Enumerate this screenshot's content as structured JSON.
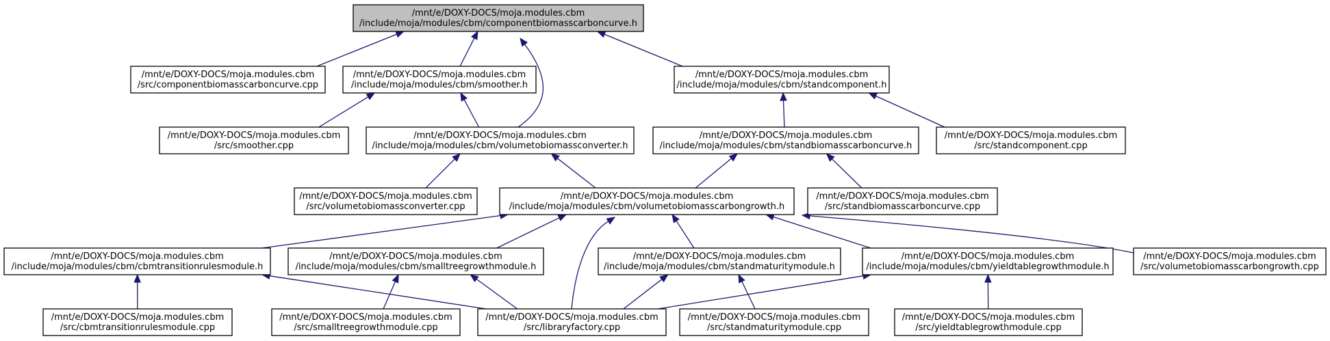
{
  "diagram": {
    "type": "include-dependency-graph",
    "colors": {
      "edge": "#191970",
      "root_fill": "#bfbfbf",
      "node_fill": "#ffffff",
      "border": "#000000"
    },
    "nodes": [
      {
        "id": "root",
        "root": true,
        "lines": [
          "/mnt/e/DOXY-DOCS/moja.modules.cbm",
          "/include/moja/modules/cbm/componentbiomasscarboncurve.h"
        ]
      },
      {
        "id": "cbcc_cpp",
        "lines": [
          "/mnt/e/DOXY-DOCS/moja.modules.cbm",
          "/src/componentbiomasscarboncurve.cpp"
        ]
      },
      {
        "id": "smoother_h",
        "lines": [
          "/mnt/e/DOXY-DOCS/moja.modules.cbm",
          "/include/moja/modules/cbm/smoother.h"
        ]
      },
      {
        "id": "standcomp_h",
        "lines": [
          "/mnt/e/DOXY-DOCS/moja.modules.cbm",
          "/include/moja/modules/cbm/standcomponent.h"
        ]
      },
      {
        "id": "smoother_cpp",
        "lines": [
          "/mnt/e/DOXY-DOCS/moja.modules.cbm",
          "/src/smoother.cpp"
        ]
      },
      {
        "id": "vtbconv_h",
        "lines": [
          "/mnt/e/DOXY-DOCS/moja.modules.cbm",
          "/include/moja/modules/cbm/volumetobiomassconverter.h"
        ]
      },
      {
        "id": "sbcc_h",
        "lines": [
          "/mnt/e/DOXY-DOCS/moja.modules.cbm",
          "/include/moja/modules/cbm/standbiomasscarboncurve.h"
        ]
      },
      {
        "id": "standcomp_cpp",
        "lines": [
          "/mnt/e/DOXY-DOCS/moja.modules.cbm",
          "/src/standcomponent.cpp"
        ]
      },
      {
        "id": "vtbconv_cpp",
        "lines": [
          "/mnt/e/DOXY-DOCS/moja.modules.cbm",
          "/src/volumetobiomassconverter.cpp"
        ]
      },
      {
        "id": "vtbcg_h",
        "lines": [
          "/mnt/e/DOXY-DOCS/moja.modules.cbm",
          "/include/moja/modules/cbm/volumetobiomasscarbongrowth.h"
        ]
      },
      {
        "id": "sbcc_cpp",
        "lines": [
          "/mnt/e/DOXY-DOCS/moja.modules.cbm",
          "/src/standbiomasscarboncurve.cpp"
        ]
      },
      {
        "id": "cbmtr_h",
        "lines": [
          "/mnt/e/DOXY-DOCS/moja.modules.cbm",
          "/include/moja/modules/cbm/cbmtransitionrulesmodule.h"
        ]
      },
      {
        "id": "stg_h",
        "lines": [
          "/mnt/e/DOXY-DOCS/moja.modules.cbm",
          "/include/moja/modules/cbm/smalltreegrowthmodule.h"
        ]
      },
      {
        "id": "smm_h",
        "lines": [
          "/mnt/e/DOXY-DOCS/moja.modules.cbm",
          "/include/moja/modules/cbm/standmaturitymodule.h"
        ]
      },
      {
        "id": "ytg_h",
        "lines": [
          "/mnt/e/DOXY-DOCS/moja.modules.cbm",
          "/include/moja/modules/cbm/yieldtablegrowthmodule.h"
        ]
      },
      {
        "id": "vtbcg_cpp",
        "lines": [
          "/mnt/e/DOXY-DOCS/moja.modules.cbm",
          "/src/volumetobiomasscarbongrowth.cpp"
        ]
      },
      {
        "id": "cbmtr_cpp",
        "lines": [
          "/mnt/e/DOXY-DOCS/moja.modules.cbm",
          "/src/cbmtransitionrulesmodule.cpp"
        ]
      },
      {
        "id": "stg_cpp",
        "lines": [
          "/mnt/e/DOXY-DOCS/moja.modules.cbm",
          "/src/smalltreegrowthmodule.cpp"
        ]
      },
      {
        "id": "libfactory_cpp",
        "lines": [
          "/mnt/e/DOXY-DOCS/moja.modules.cbm",
          "/src/libraryfactory.cpp"
        ]
      },
      {
        "id": "smm_cpp",
        "lines": [
          "/mnt/e/DOXY-DOCS/moja.modules.cbm",
          "/src/standmaturitymodule.cpp"
        ]
      },
      {
        "id": "ytg_cpp",
        "lines": [
          "/mnt/e/DOXY-DOCS/moja.modules.cbm",
          "/src/yieldtablegrowthmodule.cpp"
        ]
      }
    ],
    "edges": [
      {
        "from": "cbcc_cpp",
        "to": "root"
      },
      {
        "from": "smoother_h",
        "to": "root"
      },
      {
        "from": "vtbconv_h",
        "to": "root"
      },
      {
        "from": "standcomp_h",
        "to": "root"
      },
      {
        "from": "smoother_cpp",
        "to": "smoother_h"
      },
      {
        "from": "vtbconv_h",
        "to": "smoother_h"
      },
      {
        "from": "sbcc_h",
        "to": "standcomp_h"
      },
      {
        "from": "standcomp_cpp",
        "to": "standcomp_h"
      },
      {
        "from": "vtbconv_cpp",
        "to": "vtbconv_h"
      },
      {
        "from": "vtbcg_h",
        "to": "vtbconv_h"
      },
      {
        "from": "vtbcg_h",
        "to": "sbcc_h"
      },
      {
        "from": "sbcc_cpp",
        "to": "sbcc_h"
      },
      {
        "from": "cbmtr_h",
        "to": "vtbcg_h"
      },
      {
        "from": "stg_h",
        "to": "vtbcg_h"
      },
      {
        "from": "libfactory_cpp",
        "to": "vtbcg_h"
      },
      {
        "from": "smm_h",
        "to": "vtbcg_h"
      },
      {
        "from": "ytg_h",
        "to": "vtbcg_h"
      },
      {
        "from": "vtbcg_cpp",
        "to": "vtbcg_h"
      },
      {
        "from": "cbmtr_cpp",
        "to": "cbmtr_h"
      },
      {
        "from": "libfactory_cpp",
        "to": "cbmtr_h"
      },
      {
        "from": "stg_cpp",
        "to": "stg_h"
      },
      {
        "from": "libfactory_cpp",
        "to": "stg_h"
      },
      {
        "from": "libfactory_cpp",
        "to": "smm_h"
      },
      {
        "from": "smm_cpp",
        "to": "smm_h"
      },
      {
        "from": "libfactory_cpp",
        "to": "ytg_h"
      },
      {
        "from": "ytg_cpp",
        "to": "ytg_h"
      }
    ]
  }
}
